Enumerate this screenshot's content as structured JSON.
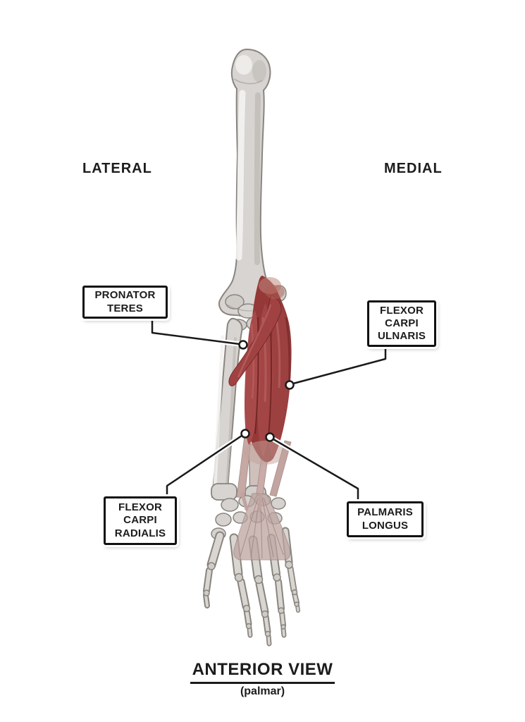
{
  "figure": {
    "orientation_labels": {
      "left": "LATERAL",
      "right": "MEDIAL"
    },
    "callouts": {
      "pronator_teres": {
        "line1": "PRONATOR",
        "line2": "TERES"
      },
      "flexor_carpi_ulnaris": {
        "line1": "FLEXOR",
        "line2": "CARPI",
        "line3": "ULNARIS"
      },
      "flexor_carpi_radialis": {
        "line1": "FLEXOR",
        "line2": "CARPI",
        "line3": "RADIALIS"
      },
      "palmaris_longus": {
        "line1": "PALMARIS",
        "line2": "LONGUS"
      }
    },
    "caption": {
      "title": "ANTERIOR VIEW",
      "subtitle": "(palmar)"
    },
    "colors": {
      "muscle_red": "#9c4040",
      "muscle_dark": "#6e2424",
      "muscle_light": "#b65c5c",
      "tendon_pink": "#c6a9a4",
      "bone_gray": "#d7d4d1",
      "bone_outline": "#89847e",
      "line_black": "#1a1a1a"
    }
  }
}
